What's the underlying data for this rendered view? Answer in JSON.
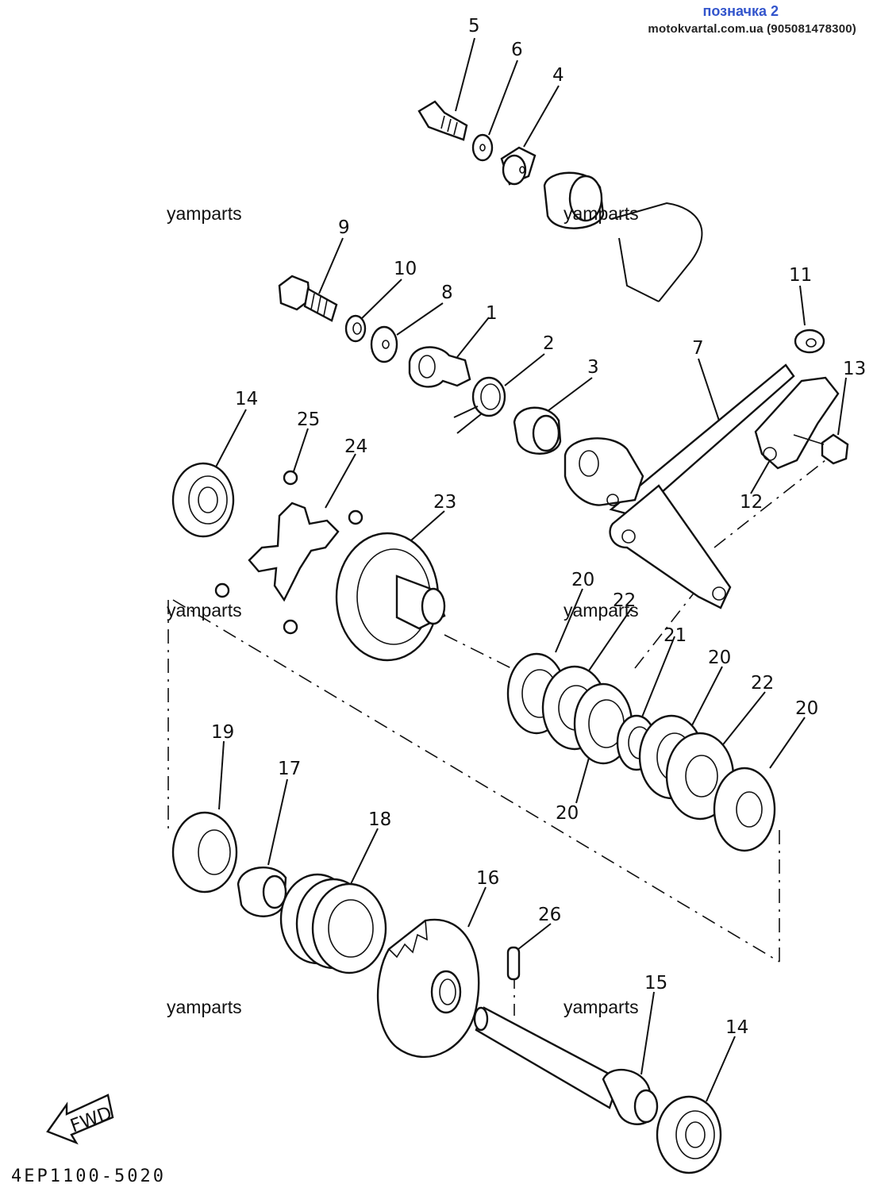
{
  "header": {
    "title": "позначка 2",
    "site": "motokvartal.com.ua (905081478300)"
  },
  "watermarks": [
    "yamparts",
    "yamparts",
    "yamparts",
    "yamparts",
    "yamparts",
    "yamparts"
  ],
  "diagram_code": "4EP1100-5020",
  "fwd_label": "FWD",
  "callouts": [
    "5",
    "6",
    "4",
    "9",
    "10",
    "8",
    "1",
    "2",
    "3",
    "7",
    "11",
    "13",
    "12",
    "14",
    "25",
    "24",
    "23",
    "20",
    "22",
    "21",
    "20",
    "22",
    "20",
    "20",
    "19",
    "17",
    "18",
    "16",
    "26",
    "15",
    "14"
  ],
  "icons": [
    "fwd-arrow-icon"
  ]
}
